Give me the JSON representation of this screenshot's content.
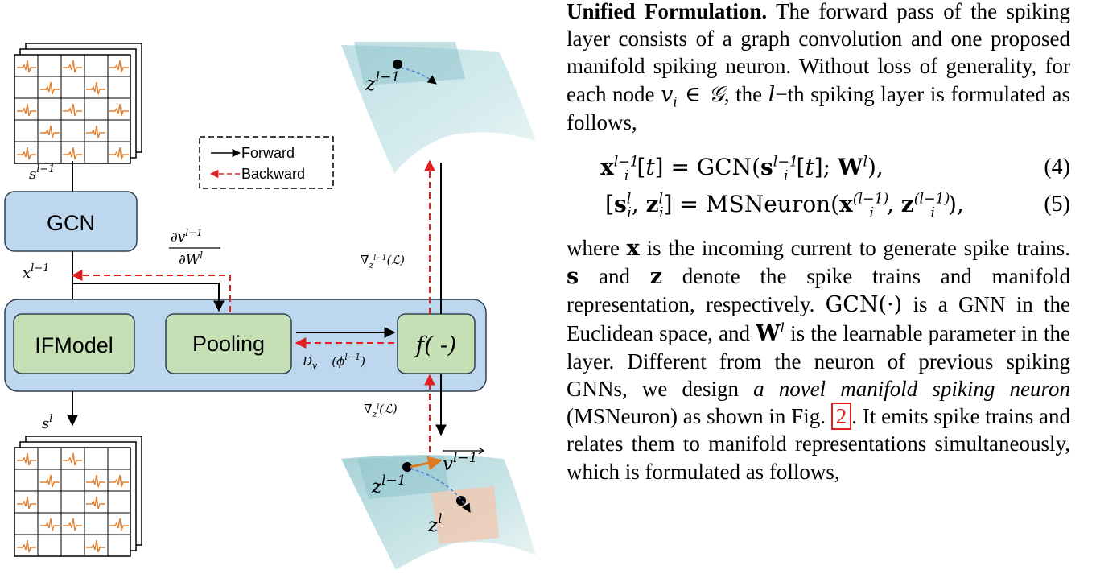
{
  "figure": {
    "legend": {
      "forward": "Forward",
      "backward": "Backward"
    },
    "blocks": {
      "gcn": "GCN",
      "ifmodel": "IFModel",
      "pooling": "Pooling",
      "f": "f(  -)"
    },
    "labels": {
      "s_in": "s",
      "s_in_sup": "l−1",
      "x_in": "x",
      "x_in_sup": "l−1",
      "s_out": "s",
      "s_out_sup": "l",
      "dv_num": "∂v",
      "dv_num_sup": "l−1",
      "dv_den": "∂W",
      "dv_den_sup": "l",
      "dphi": "D",
      "dphi_sub": "v",
      "dphi_tail": "(ϕ",
      "dphi_tail_sup": "l−1",
      "dphi_close": ")",
      "grad_top": "∇",
      "grad_top_sub": "z",
      "grad_top_arg": "(ℒ)",
      "grad_bottom": "∇",
      "grad_bottom_sub": "z",
      "grad_bottom_arg": "(ℒ)",
      "z_top": "z",
      "z_top_sup": "l−1",
      "z_bot1": "z",
      "z_bot1_sup": "l−1",
      "z_bot2": "z",
      "z_bot2_sup": "l",
      "v_vec": "v",
      "v_vec_sup": "l−1"
    }
  },
  "text": {
    "para1_heading": "Unified Formulation.",
    "para1_body": " The forward pass of the spiking layer consists of a graph convolution and one proposed manifold spiking neuron. Without loss of generality, for each node ",
    "para1_node": "v",
    "para1_node_sub": "i",
    "para1_in": " ∈ ",
    "para1_graph": "𝒢",
    "para1_tail": ", the ",
    "para1_l": "l",
    "para1_end": "−th spiking layer is formulated as follows,",
    "eq4_num": "(4)",
    "eq5_num": "(5)",
    "para2_a": "where ",
    "para2_x": "x",
    "para2_b": " is the incoming current to generate spike trains. ",
    "para2_s": "s",
    "para2_c": " and ",
    "para2_z": "z",
    "para2_d": " denote the spike trains and manifold representation, respectively. ",
    "para2_gcn": "GCN(·)",
    "para2_e": " is a GNN in the Euclidean space, and ",
    "para2_W": "W",
    "para2_Wsup": "l",
    "para2_f": " is the learnable parameter in the layer. Different from the neuron of previous spiking GNNs, we design ",
    "para2_italic": "a novel manifold spiking neuron",
    "para2_g": " (MSNeuron) as shown in Fig. ",
    "para2_ref": "2",
    "para2_h": ". It emits spike trains and relates them to manifold representations simultaneously, which is formulated as follows,"
  }
}
